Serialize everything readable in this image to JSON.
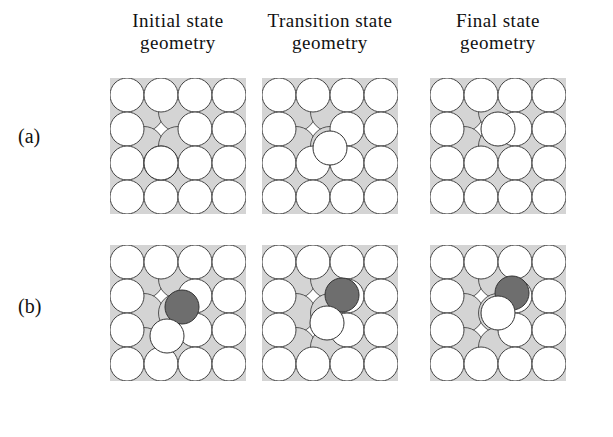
{
  "diagram": {
    "labels": [
      "Initial state geometry",
      "Transition state geometry",
      "Final state geometry",
      "(a)",
      "(b)"
    ]
  }
}
